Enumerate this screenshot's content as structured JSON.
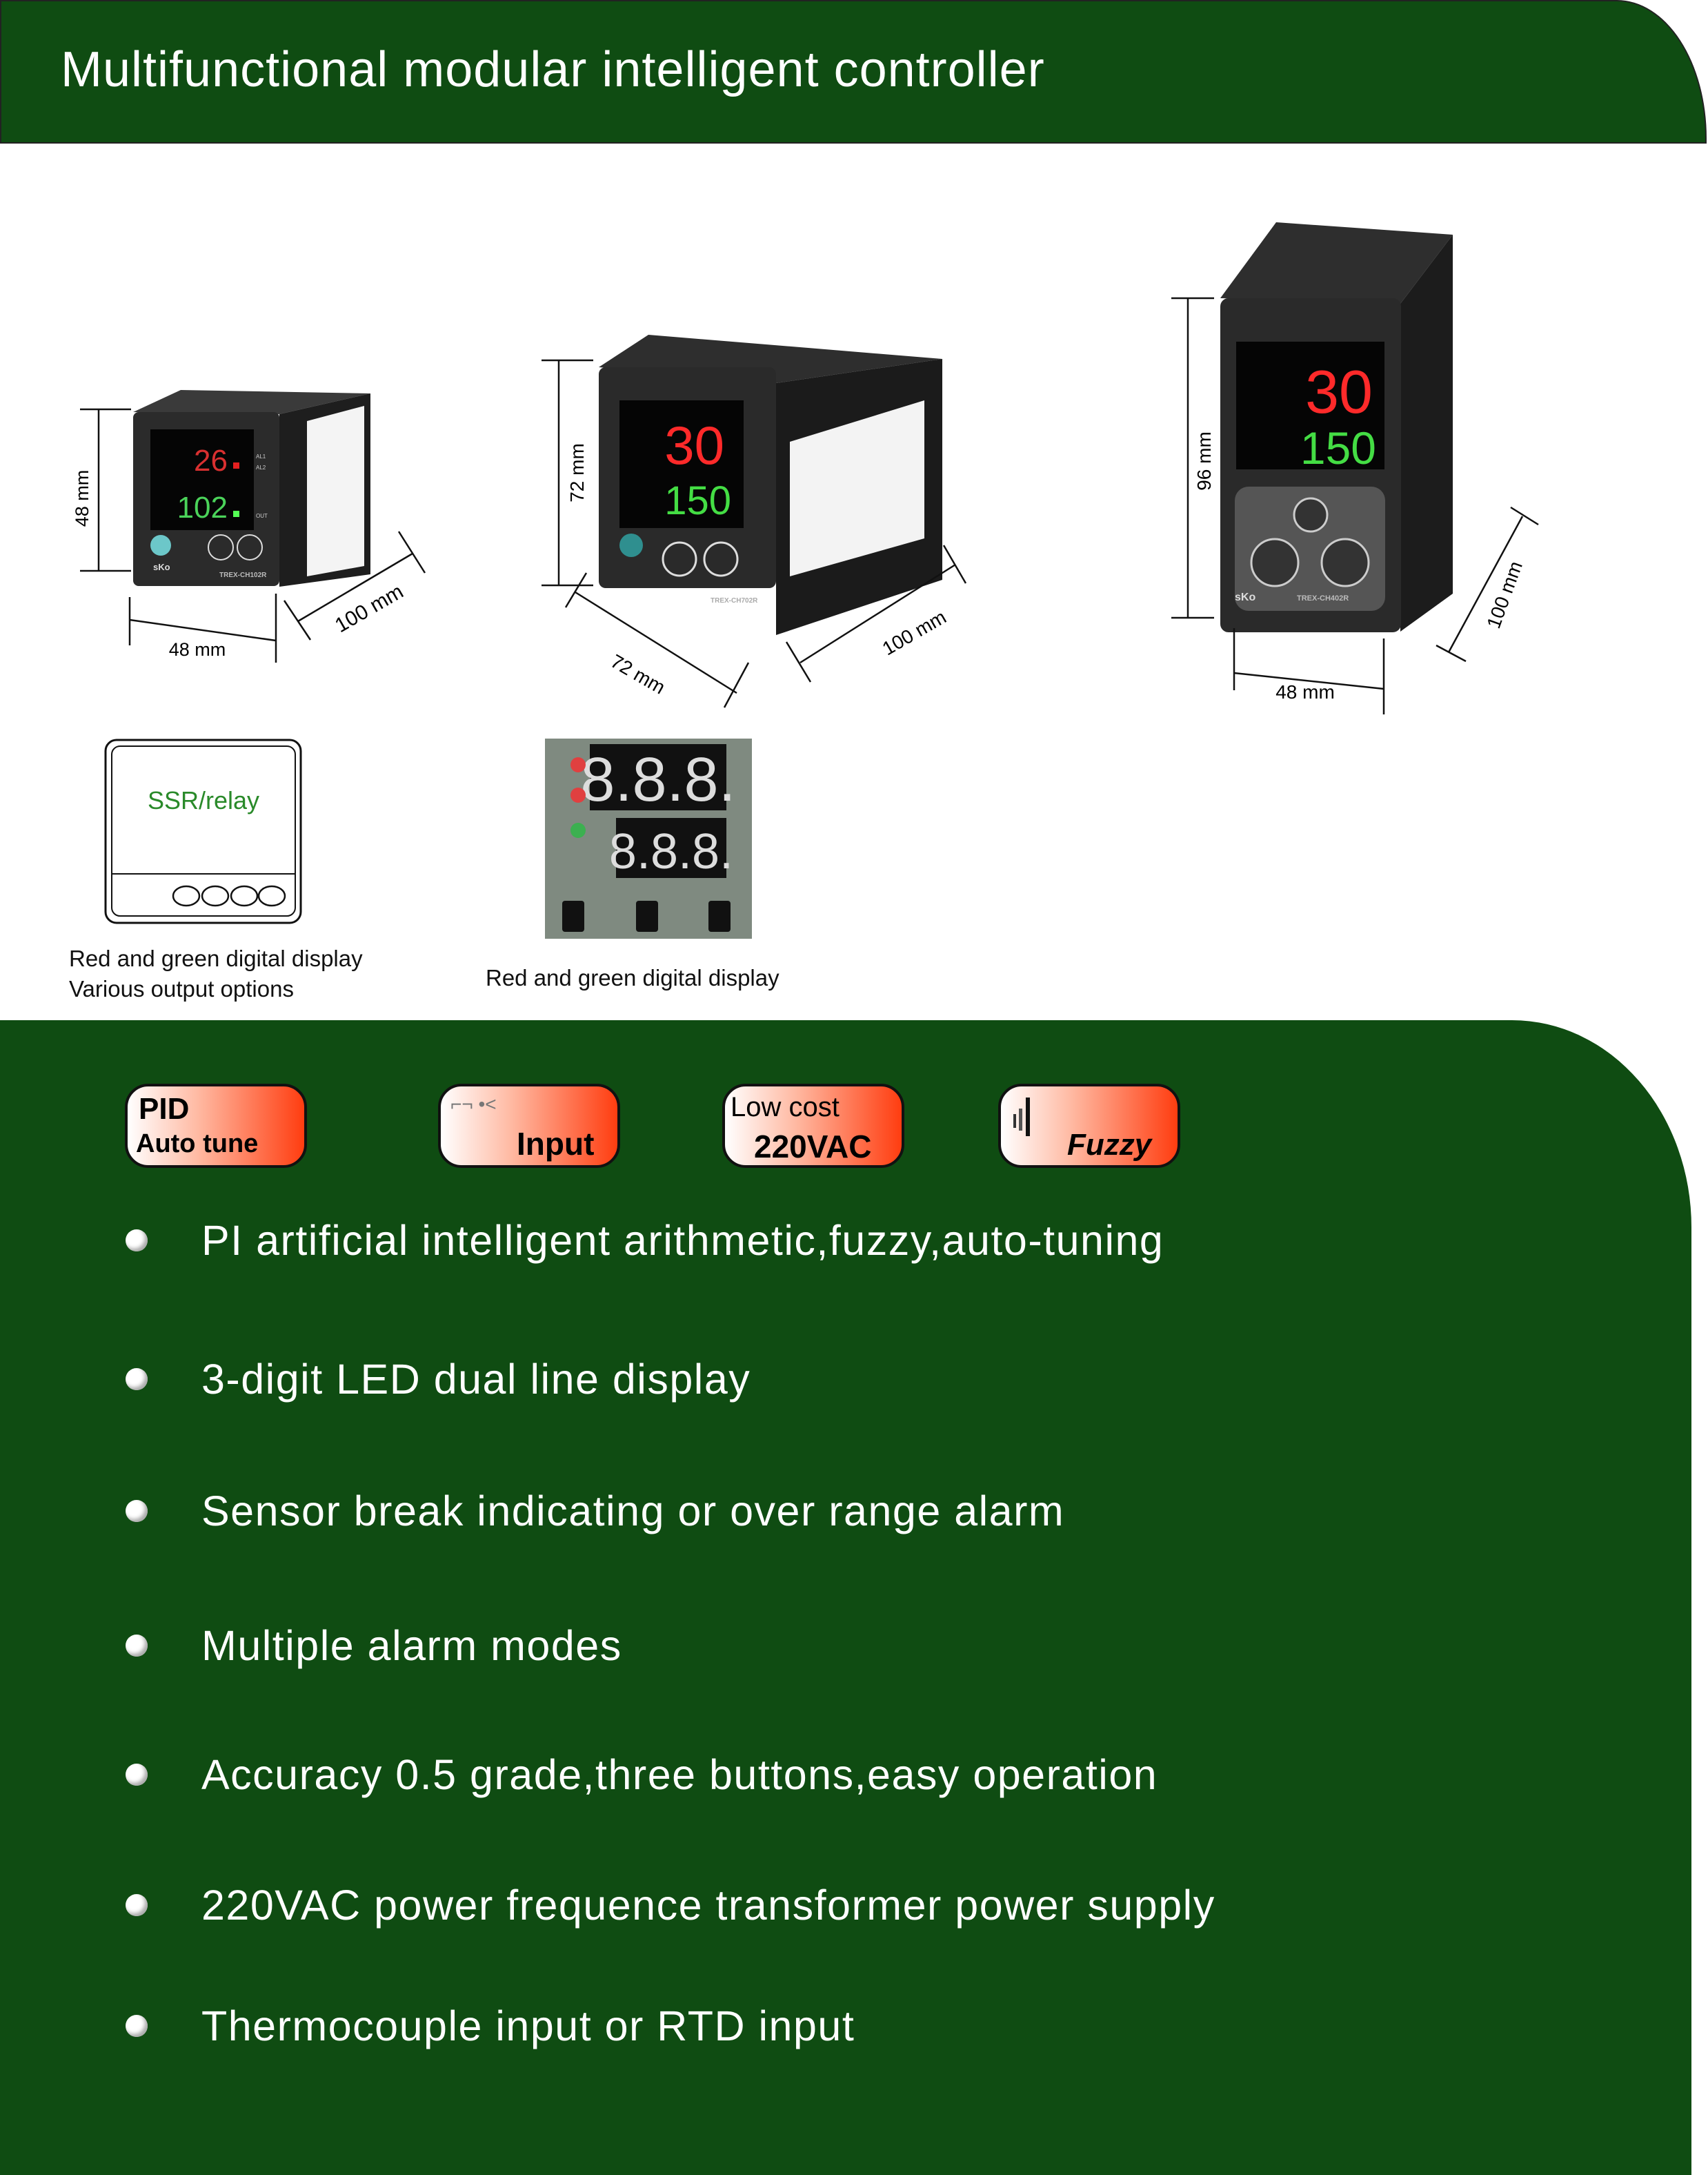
{
  "header": {
    "title": "Multifunctional modular intelligent controller"
  },
  "products": [
    {
      "model": "TREX-CH102R",
      "brand": "sKo",
      "pv": "26",
      "sv": "102",
      "height": "48 mm",
      "width": "48 mm",
      "depth": "100 mm",
      "leds": [
        "AL1",
        "AL2",
        "OUT"
      ]
    },
    {
      "model": "TREX-CH702R",
      "pv": "30",
      "sv": "150",
      "height": "72 mm",
      "width": "72 mm",
      "depth": "100 mm"
    },
    {
      "model": "TREX-CH402R",
      "brand": "sKo",
      "pv": "30",
      "sv": "150",
      "height": "96 mm",
      "width": "48 mm",
      "depth": "100 mm"
    }
  ],
  "ssr": {
    "label": "SSR/relay"
  },
  "captions": {
    "left_a": "Red and green digital display",
    "left_b": "Various output options",
    "right": "Red and green digital display"
  },
  "pcb": {
    "top_digits": "8.8.8.",
    "bottom_digits": "8.8.8."
  },
  "badges": [
    {
      "line1": "PID",
      "line2": "Auto tune",
      "icon": "pid-icon"
    },
    {
      "line1": "",
      "line2": "Input",
      "icon": "sensor-input-icon"
    },
    {
      "line1": "Low cost",
      "line2": "220VAC",
      "icon": ""
    },
    {
      "line1": "",
      "line2": "Fuzzy",
      "icon": "fuzzy-bars-icon"
    }
  ],
  "features": [
    "PI artificial intelligent arithmetic,fuzzy,auto-tuning",
    "3-digit LED dual line display",
    "Sensor break indicating or over range alarm",
    "Multiple alarm modes",
    "Accuracy 0.5 grade,three buttons,easy operation",
    "220VAC power frequence transformer power supply",
    "Thermocouple input or RTD input"
  ],
  "colors": {
    "brand_green": "#0f4c12",
    "badge_accent": "#ff3d10",
    "led_red": "#ff2a2a",
    "led_green": "#44dd44"
  }
}
